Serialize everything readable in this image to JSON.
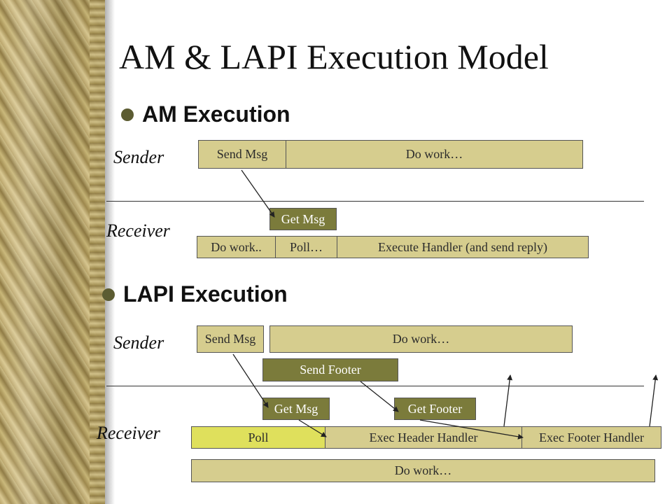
{
  "slide": {
    "title": "AM & LAPI Execution Model"
  },
  "am": {
    "heading": "AM Execution",
    "sender_label": "Sender",
    "receiver_label": "Receiver",
    "send_msg": "Send Msg",
    "sender_do_work": "Do work…",
    "get_msg": "Get Msg",
    "recv_do_work": "Do work..",
    "poll": "Poll…",
    "execute_handler": "Execute Handler (and send reply)"
  },
  "lapi": {
    "heading": "LAPI Execution",
    "sender_label": "Sender",
    "receiver_label": "Receiver",
    "send_msg": "Send Msg",
    "sender_do_work": "Do work…",
    "send_footer": "Send Footer",
    "get_msg": "Get Msg",
    "get_footer": "Get Footer",
    "poll": "Poll",
    "exec_header_handler": "Exec Header Handler",
    "exec_footer_handler": "Exec Footer Handler",
    "recv_do_work": "Do work…"
  },
  "colors": {
    "tan_box": "#d6cd8e",
    "olive_box": "#7b7b3b",
    "yellow_box": "#dfe05c",
    "bullet": "#5c5c32"
  }
}
